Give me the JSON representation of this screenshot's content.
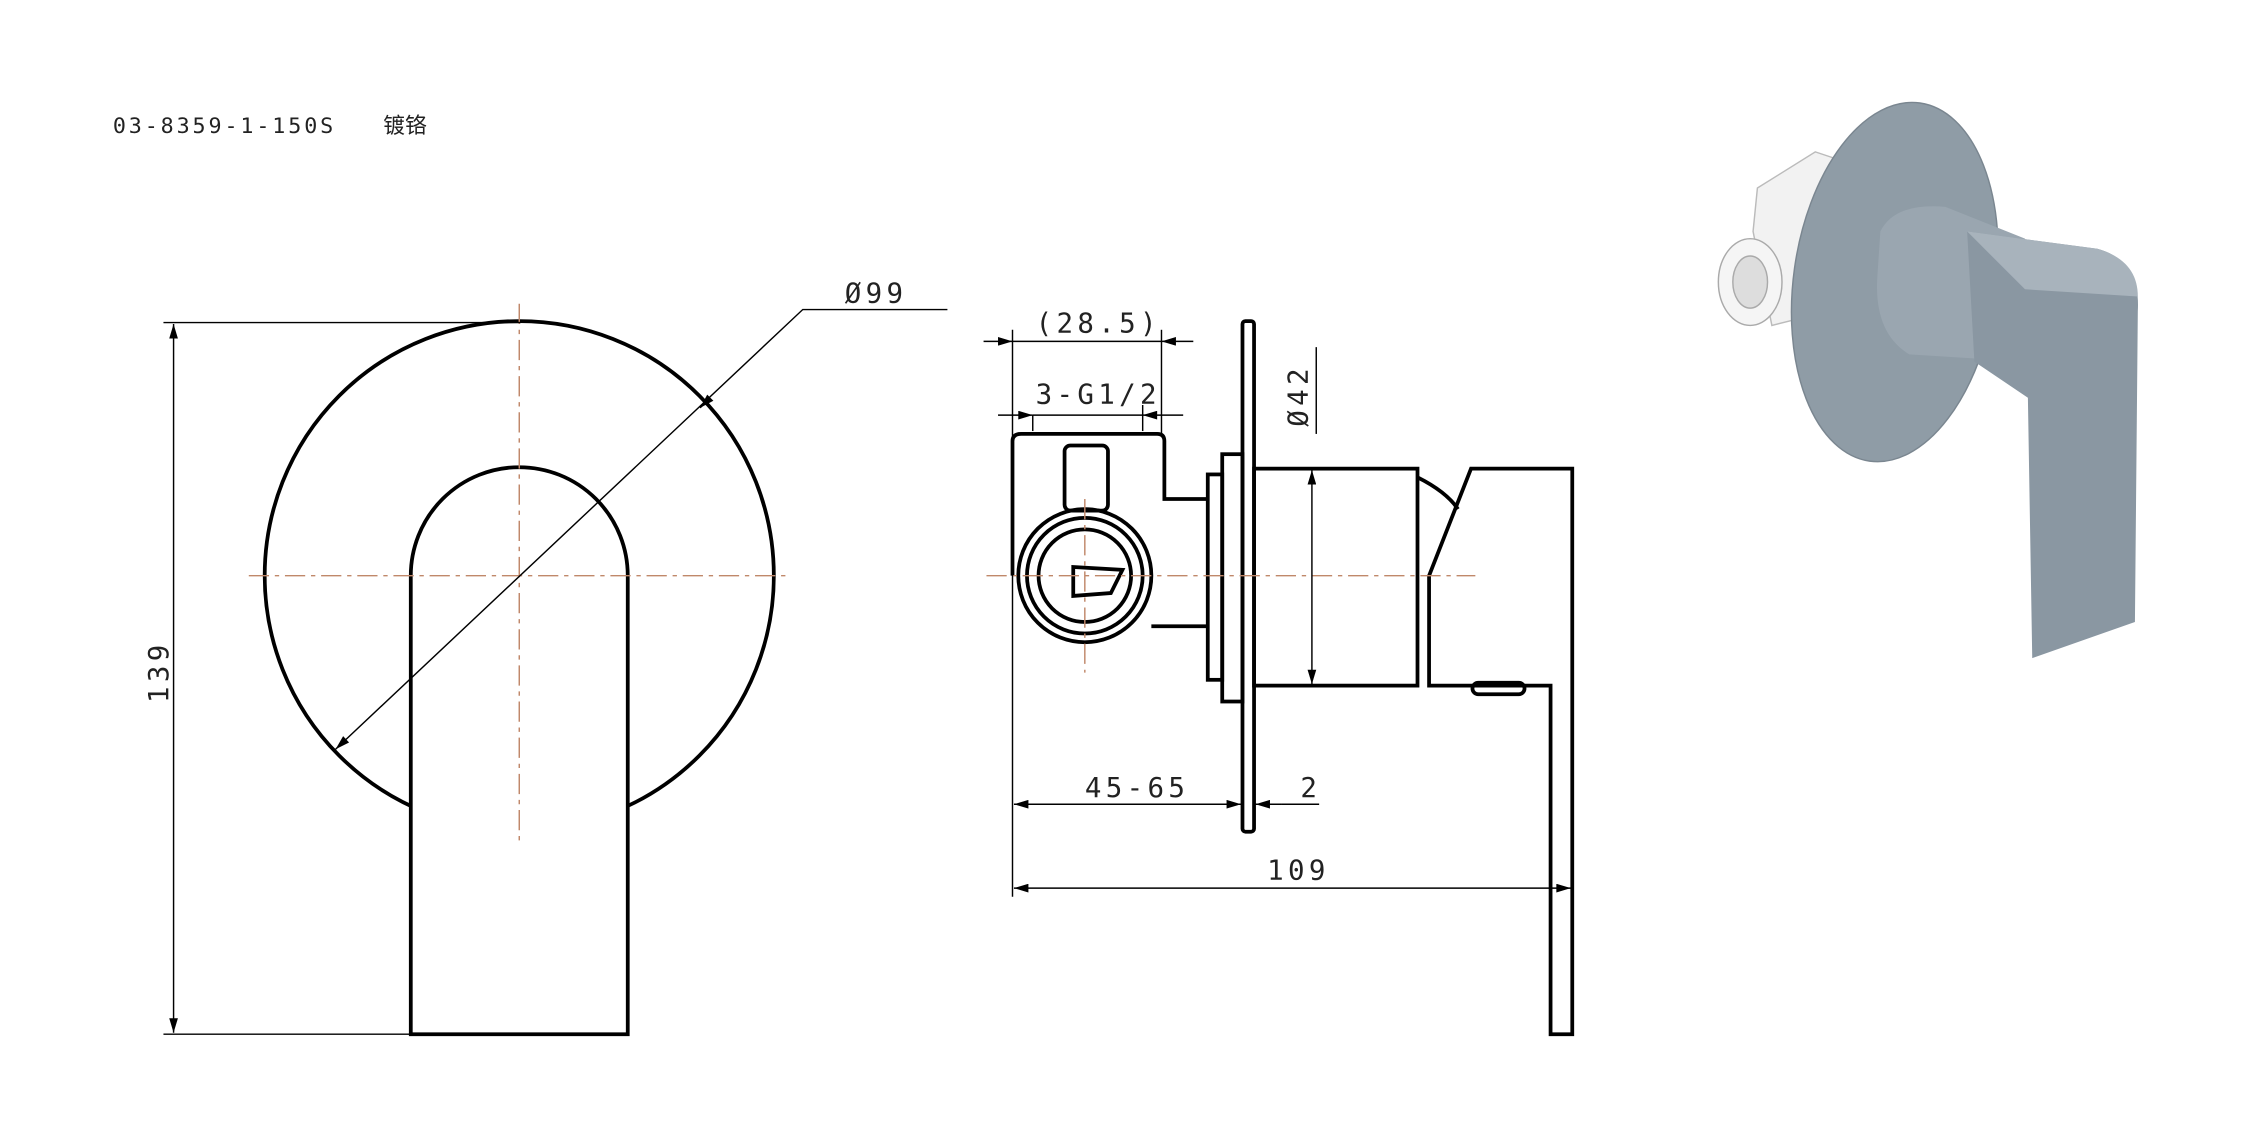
{
  "header": {
    "part_number": "03-8359-1-150S",
    "finish": "镀铬"
  },
  "front_view": {
    "height_dim": "139",
    "diameter_dim": "Ø99"
  },
  "side_view": {
    "overall_dim": "(28.5)",
    "thread_dim": "3-G1/2",
    "body_diameter_dim": "Ø42",
    "wall_depth_dim": "45-65",
    "plate_thickness_dim": "2",
    "total_depth_dim": "109"
  },
  "render": {
    "color": "#8a97a2"
  }
}
